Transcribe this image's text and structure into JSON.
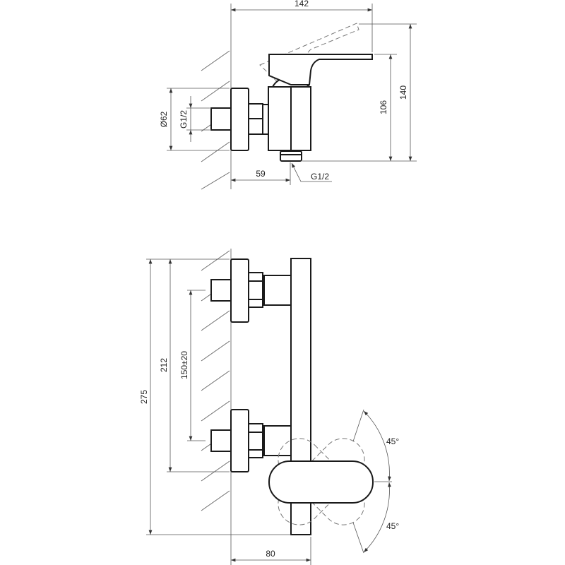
{
  "side_view": {
    "dimensions": {
      "overall_depth": "142",
      "lever_height": "106",
      "total_height": "140",
      "flange_diameter": "Ø62",
      "inlet_thread": "G1/2",
      "wall_to_outlet": "59",
      "outlet_thread": "G1/2"
    }
  },
  "front_view": {
    "dimensions": {
      "total_height": "275",
      "flange_span": "212",
      "inlet_spacing": "150±20",
      "projection": "80",
      "rotation_up": "45°",
      "rotation_down": "45°"
    }
  }
}
